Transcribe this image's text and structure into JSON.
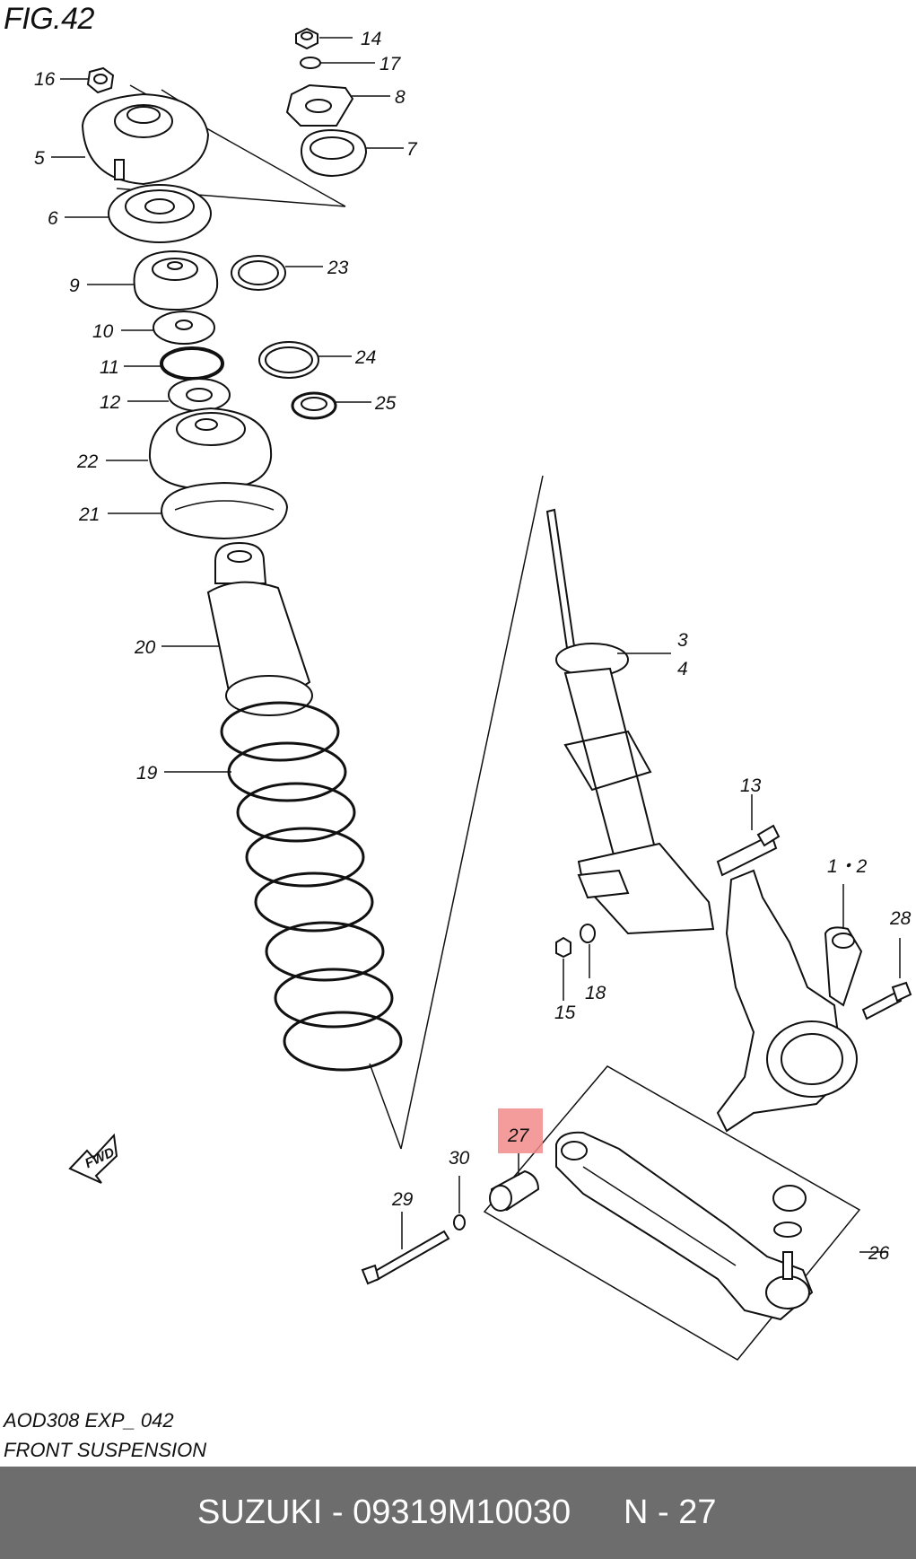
{
  "figure": {
    "title": "FIG.42",
    "code": "AOD308 EXP_ 042",
    "name": "FRONT SUSPENSION"
  },
  "footer": {
    "part_number": "SUZUKI - 09319M10030",
    "reference": "N - 27"
  },
  "highlight": {
    "label": "27",
    "color": "#f28b8b"
  },
  "fwd_arrow": {
    "label": "FWD"
  },
  "callouts": [
    {
      "id": "16",
      "label": "16"
    },
    {
      "id": "5",
      "label": "5"
    },
    {
      "id": "6",
      "label": "6"
    },
    {
      "id": "9",
      "label": "9"
    },
    {
      "id": "10",
      "label": "10"
    },
    {
      "id": "11",
      "label": "11"
    },
    {
      "id": "12",
      "label": "12"
    },
    {
      "id": "22",
      "label": "22"
    },
    {
      "id": "21",
      "label": "21"
    },
    {
      "id": "20",
      "label": "20"
    },
    {
      "id": "19",
      "label": "19"
    },
    {
      "id": "14",
      "label": "14"
    },
    {
      "id": "17",
      "label": "17"
    },
    {
      "id": "8",
      "label": "8"
    },
    {
      "id": "7",
      "label": "7"
    },
    {
      "id": "23",
      "label": "23"
    },
    {
      "id": "24",
      "label": "24"
    },
    {
      "id": "25",
      "label": "25"
    },
    {
      "id": "3",
      "label": "3"
    },
    {
      "id": "4",
      "label": "4"
    },
    {
      "id": "13",
      "label": "13"
    },
    {
      "id": "1-2",
      "label": "1・2"
    },
    {
      "id": "28",
      "label": "28"
    },
    {
      "id": "15",
      "label": "15"
    },
    {
      "id": "18",
      "label": "18"
    },
    {
      "id": "30",
      "label": "30"
    },
    {
      "id": "29",
      "label": "29"
    },
    {
      "id": "26",
      "label": "26"
    }
  ]
}
